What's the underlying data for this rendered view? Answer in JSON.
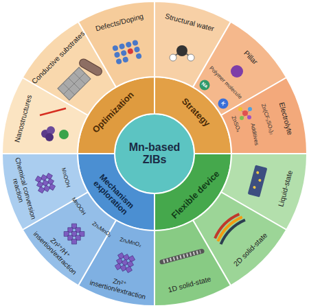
{
  "diagram": {
    "nodes": [
      {
        "text": [
          "Mn-based ZIBs"
        ]
      },
      {
        "text": [
          "Optimization"
        ]
      },
      {
        "text": [
          "Strategy"
        ]
      },
      {
        "text": [
          "Flexible device"
        ]
      },
      {
        "text": [
          "Mechanism exploration"
        ]
      },
      {
        "text": [
          "Structural water"
        ]
      },
      {
        "text": [
          "Pillar",
          "Polymer molecule",
          "Na",
          "K"
        ]
      },
      {
        "text": [
          "Electrolyte",
          "Zn(CF₃SO₃)₂",
          "Additives",
          "ZnSO₄"
        ]
      },
      {
        "text": [
          "Liquid-state"
        ]
      },
      {
        "text": [
          "2D solid-state"
        ]
      },
      {
        "text": [
          "1D solid-state"
        ]
      },
      {
        "text": [
          "Zn²⁺ insertion/extraction",
          "ZnₓMnO₂"
        ]
      },
      {
        "text": [
          "Zn²⁺/H⁺ insertion/extraction",
          "ZnₓMnO₂",
          "MnOOH"
        ]
      },
      {
        "text": [
          "Chemical conversion reaction",
          "MnOOH"
        ]
      },
      {
        "text": [
          "Nanostructures"
        ]
      },
      {
        "text": [
          "Conductive substrates"
        ]
      },
      {
        "text": [
          "Defects/Doping"
        ]
      }
    ]
  }
}
